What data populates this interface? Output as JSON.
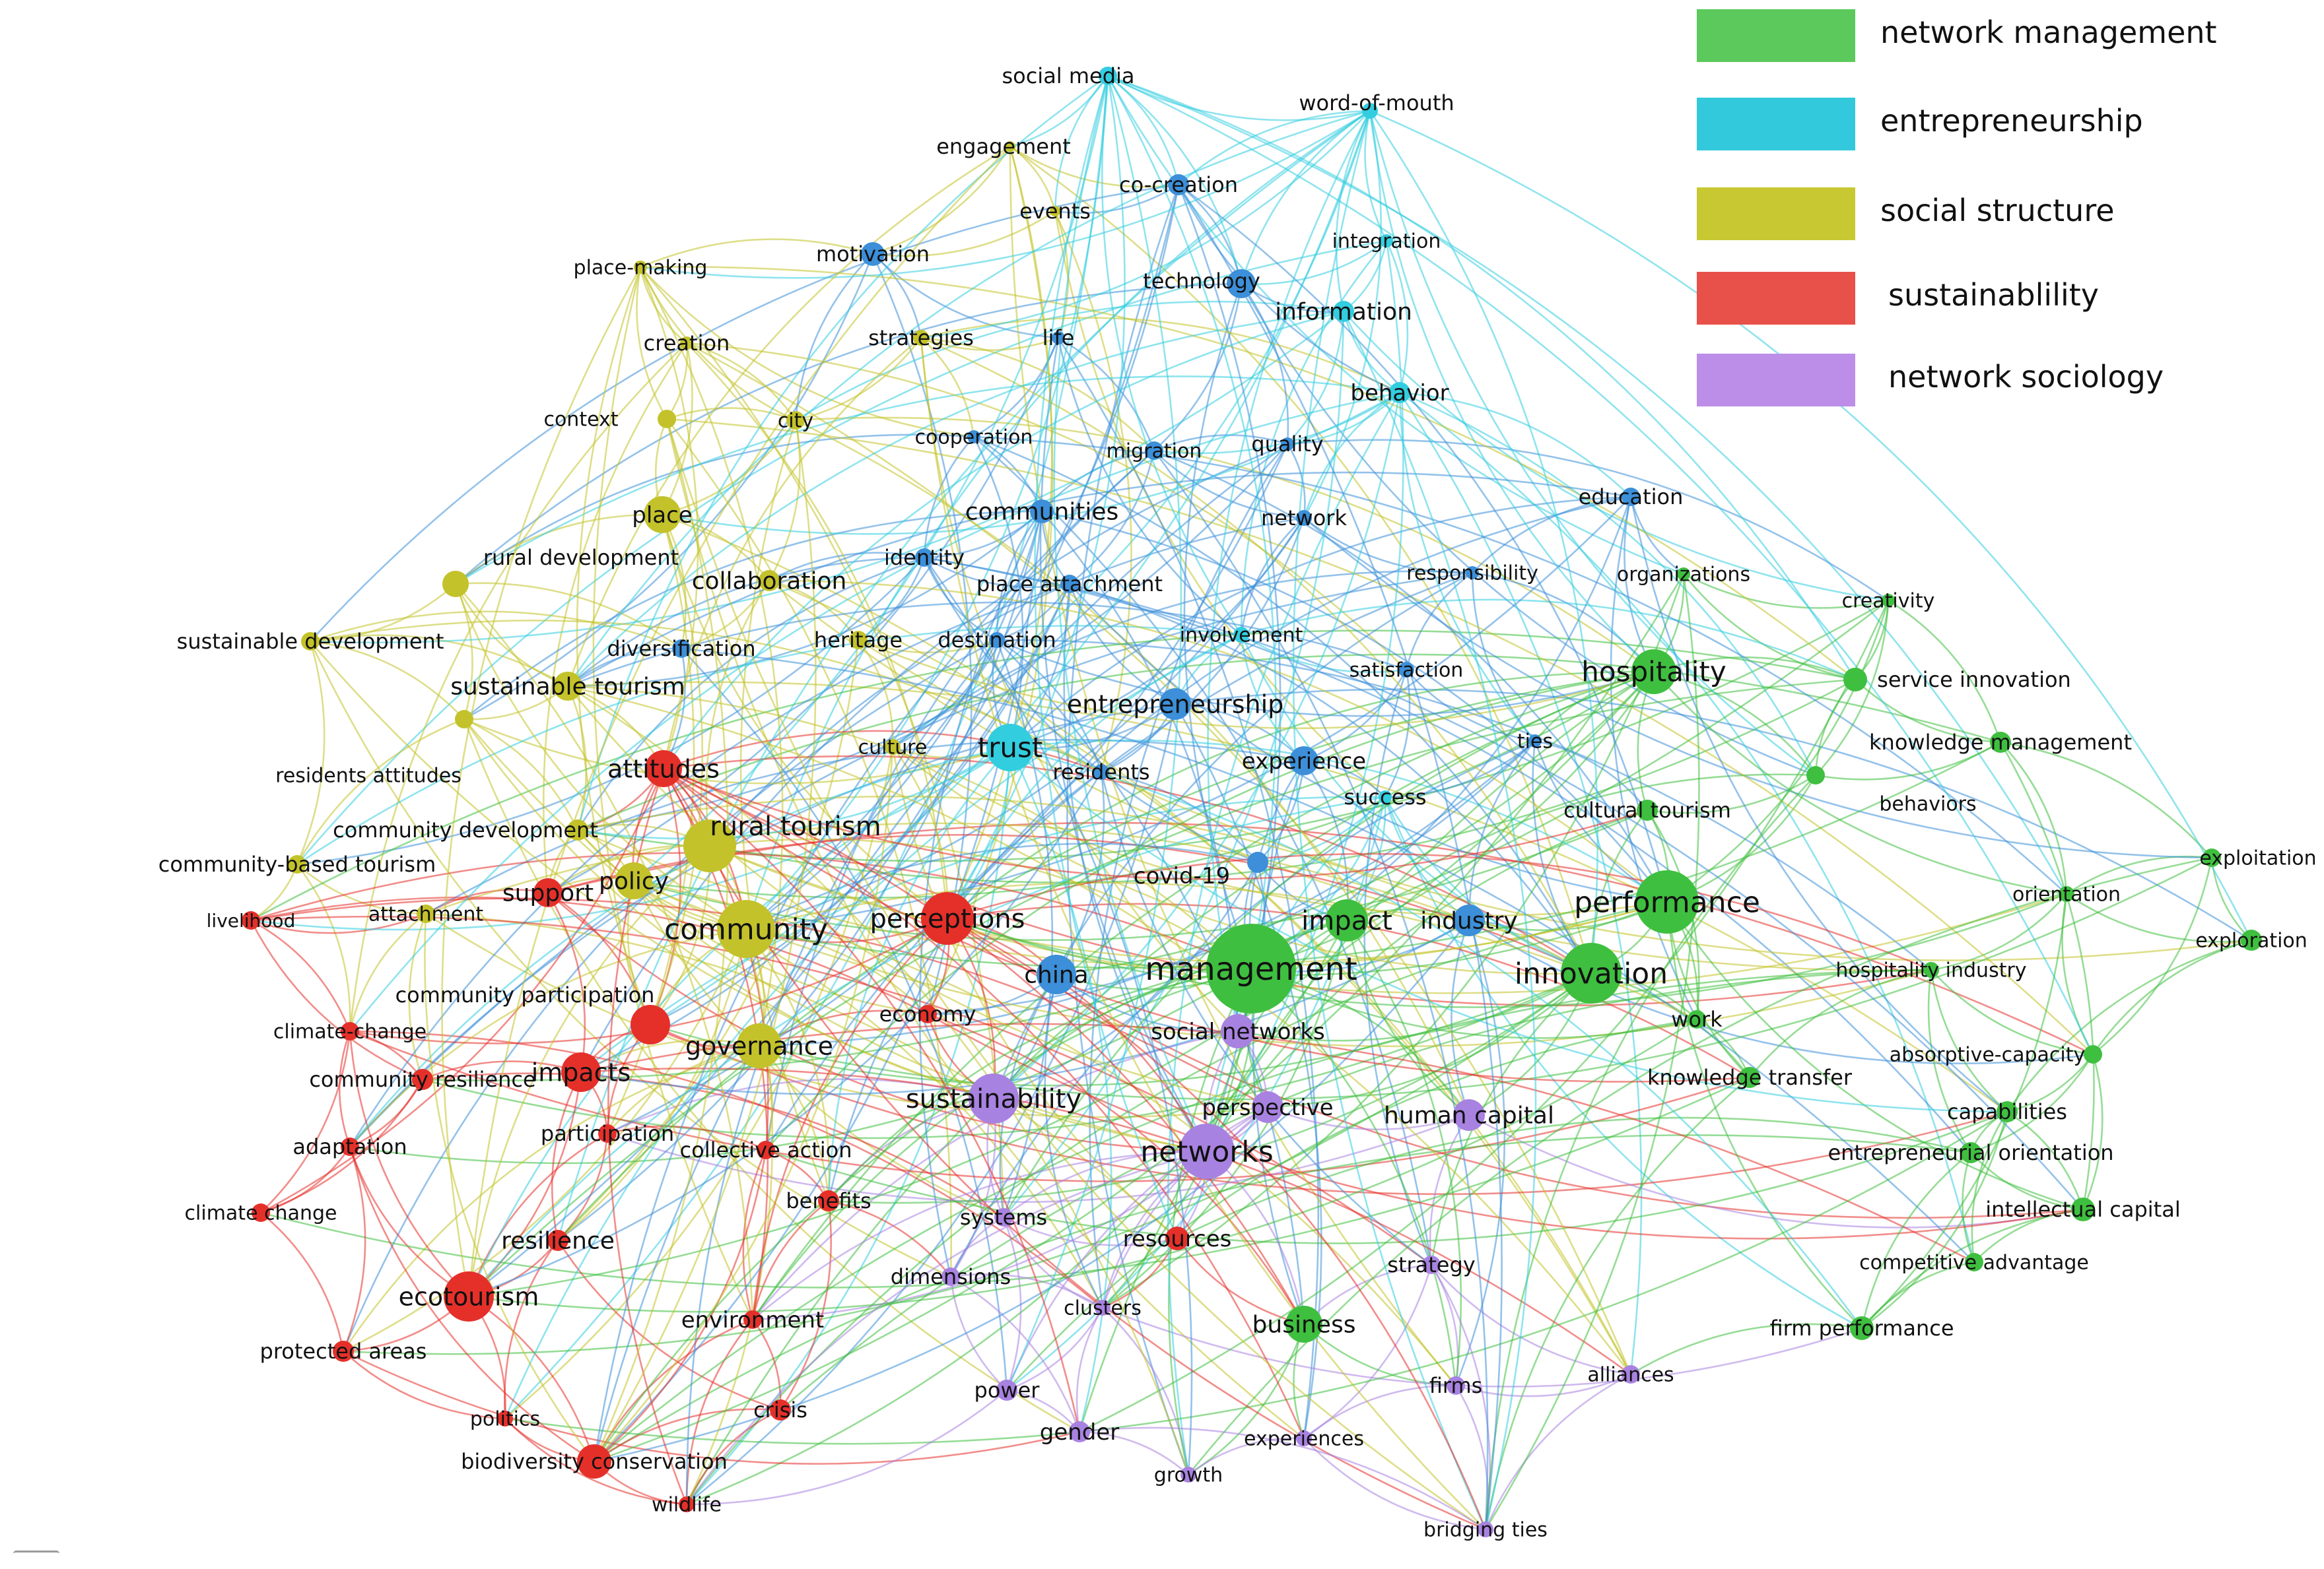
{
  "legend": [
    {
      "label": "network management",
      "color": "#5cc95c"
    },
    {
      "label": "entrepreneurship",
      "color": "#33c9dc"
    },
    {
      "label": "social structure",
      "color": "#c8c832"
    },
    {
      "label": "sustainablility",
      "color": "#e8504a"
    },
    {
      "label": "network sociology",
      "color": "#bd8ee8"
    }
  ],
  "colors": {
    "green": "#3fbf3f",
    "cyan": "#33cde0",
    "blue": "#3c8fd8",
    "yellow": "#c3c22a",
    "red": "#e5302a",
    "purple": "#a882e0"
  },
  "nodes": [
    {
      "label": "social media",
      "c": "cyan"
    },
    {
      "label": "word-of-mouth",
      "c": "cyan"
    },
    {
      "label": "engagement",
      "c": "yellow"
    },
    {
      "label": "co-creation",
      "c": "blue"
    },
    {
      "label": "events",
      "c": "yellow"
    },
    {
      "label": "integration",
      "c": "cyan"
    },
    {
      "label": "place-making",
      "c": "yellow"
    },
    {
      "label": "motivation",
      "c": "blue"
    },
    {
      "label": "technology",
      "c": "blue"
    },
    {
      "label": "information",
      "c": "cyan"
    },
    {
      "label": "creation",
      "c": "yellow"
    },
    {
      "label": "strategies",
      "c": "yellow"
    },
    {
      "label": "life",
      "c": "blue"
    },
    {
      "label": "behavior",
      "c": "cyan"
    },
    {
      "label": "context",
      "c": "yellow"
    },
    {
      "label": "city",
      "c": "yellow"
    },
    {
      "label": "cooperation",
      "c": "blue"
    },
    {
      "label": "migration",
      "c": "blue"
    },
    {
      "label": "quality",
      "c": "blue"
    },
    {
      "label": "place",
      "c": "yellow"
    },
    {
      "label": "communities",
      "c": "blue"
    },
    {
      "label": "network",
      "c": "blue"
    },
    {
      "label": "education",
      "c": "blue"
    },
    {
      "label": "rural development",
      "c": "yellow"
    },
    {
      "label": "identity",
      "c": "blue"
    },
    {
      "label": "collaboration",
      "c": "yellow"
    },
    {
      "label": "place attachment",
      "c": "blue"
    },
    {
      "label": "responsibility",
      "c": "blue"
    },
    {
      "label": "organizations",
      "c": "green"
    },
    {
      "label": "creativity",
      "c": "green"
    },
    {
      "label": "sustainable development",
      "c": "yellow"
    },
    {
      "label": "diversification",
      "c": "blue"
    },
    {
      "label": "heritage",
      "c": "yellow"
    },
    {
      "label": "destination",
      "c": "blue"
    },
    {
      "label": "involvement",
      "c": "cyan"
    },
    {
      "label": "satisfaction",
      "c": "blue"
    },
    {
      "label": "hospitality",
      "c": "green"
    },
    {
      "label": "service innovation",
      "c": "green"
    },
    {
      "label": "sustainable tourism",
      "c": "yellow"
    },
    {
      "label": "entrepreneurship",
      "c": "blue"
    },
    {
      "label": "knowledge management",
      "c": "green"
    },
    {
      "label": "residents attitudes",
      "c": "yellow"
    },
    {
      "label": "attitudes",
      "c": "red"
    },
    {
      "label": "culture",
      "c": "yellow"
    },
    {
      "label": "trust",
      "c": "cyan"
    },
    {
      "label": "residents",
      "c": "blue"
    },
    {
      "label": "experience",
      "c": "blue"
    },
    {
      "label": "ties",
      "c": "blue"
    },
    {
      "label": "behaviors",
      "c": "green"
    },
    {
      "label": "community development",
      "c": "yellow"
    },
    {
      "label": "success",
      "c": "cyan"
    },
    {
      "label": "cultural tourism",
      "c": "green"
    },
    {
      "label": "rural tourism",
      "c": "yellow"
    },
    {
      "label": "community-based tourism",
      "c": "yellow"
    },
    {
      "label": "exploitation",
      "c": "green"
    },
    {
      "label": "covid-19",
      "c": "blue"
    },
    {
      "label": "policy",
      "c": "yellow"
    },
    {
      "label": "support",
      "c": "red"
    },
    {
      "label": "orientation",
      "c": "green"
    },
    {
      "label": "livelihood",
      "c": "red"
    },
    {
      "label": "attachment",
      "c": "yellow"
    },
    {
      "label": "performance",
      "c": "green"
    },
    {
      "label": "impact",
      "c": "green"
    },
    {
      "label": "industry",
      "c": "blue"
    },
    {
      "label": "perceptions",
      "c": "red"
    },
    {
      "label": "community",
      "c": "yellow"
    },
    {
      "label": "exploration",
      "c": "green"
    },
    {
      "label": "management",
      "c": "green"
    },
    {
      "label": "china",
      "c": "blue"
    },
    {
      "label": "innovation",
      "c": "green"
    },
    {
      "label": "hospitality industry",
      "c": "green"
    },
    {
      "label": "community participation",
      "c": "red"
    },
    {
      "label": "economy",
      "c": "red"
    },
    {
      "label": "work",
      "c": "green"
    },
    {
      "label": "climate-change",
      "c": "red"
    },
    {
      "label": "social networks",
      "c": "purple"
    },
    {
      "label": "absorptive-capacity",
      "c": "green"
    },
    {
      "label": "governance",
      "c": "yellow"
    },
    {
      "label": "community resilience",
      "c": "red"
    },
    {
      "label": "impacts",
      "c": "red"
    },
    {
      "label": "knowledge transfer",
      "c": "green"
    },
    {
      "label": "sustainability",
      "c": "purple"
    },
    {
      "label": "perspective",
      "c": "purple"
    },
    {
      "label": "human capital",
      "c": "purple"
    },
    {
      "label": "capabilities",
      "c": "green"
    },
    {
      "label": "adaptation",
      "c": "red"
    },
    {
      "label": "participation",
      "c": "red"
    },
    {
      "label": "collective action",
      "c": "red"
    },
    {
      "label": "networks",
      "c": "purple"
    },
    {
      "label": "entrepreneurial orientation",
      "c": "green"
    },
    {
      "label": "benefits",
      "c": "red"
    },
    {
      "label": "climate change",
      "c": "red"
    },
    {
      "label": "systems",
      "c": "purple"
    },
    {
      "label": "intellectual capital",
      "c": "green"
    },
    {
      "label": "resilience",
      "c": "red"
    },
    {
      "label": "resources",
      "c": "red"
    },
    {
      "label": "strategy",
      "c": "purple"
    },
    {
      "label": "competitive advantage",
      "c": "green"
    },
    {
      "label": "dimensions",
      "c": "purple"
    },
    {
      "label": "ecotourism",
      "c": "red"
    },
    {
      "label": "clusters",
      "c": "purple"
    },
    {
      "label": "environment",
      "c": "red"
    },
    {
      "label": "business",
      "c": "green"
    },
    {
      "label": "firm performance",
      "c": "green"
    },
    {
      "label": "protected areas",
      "c": "red"
    },
    {
      "label": "firms",
      "c": "purple"
    },
    {
      "label": "alliances",
      "c": "purple"
    },
    {
      "label": "power",
      "c": "purple"
    },
    {
      "label": "crisis",
      "c": "red"
    },
    {
      "label": "politics",
      "c": "red"
    },
    {
      "label": "gender",
      "c": "purple"
    },
    {
      "label": "experiences",
      "c": "purple"
    },
    {
      "label": "biodiversity conservation",
      "c": "red"
    },
    {
      "label": "growth",
      "c": "purple"
    },
    {
      "label": "wildlife",
      "c": "red"
    },
    {
      "label": "bridging ties",
      "c": "purple"
    }
  ]
}
